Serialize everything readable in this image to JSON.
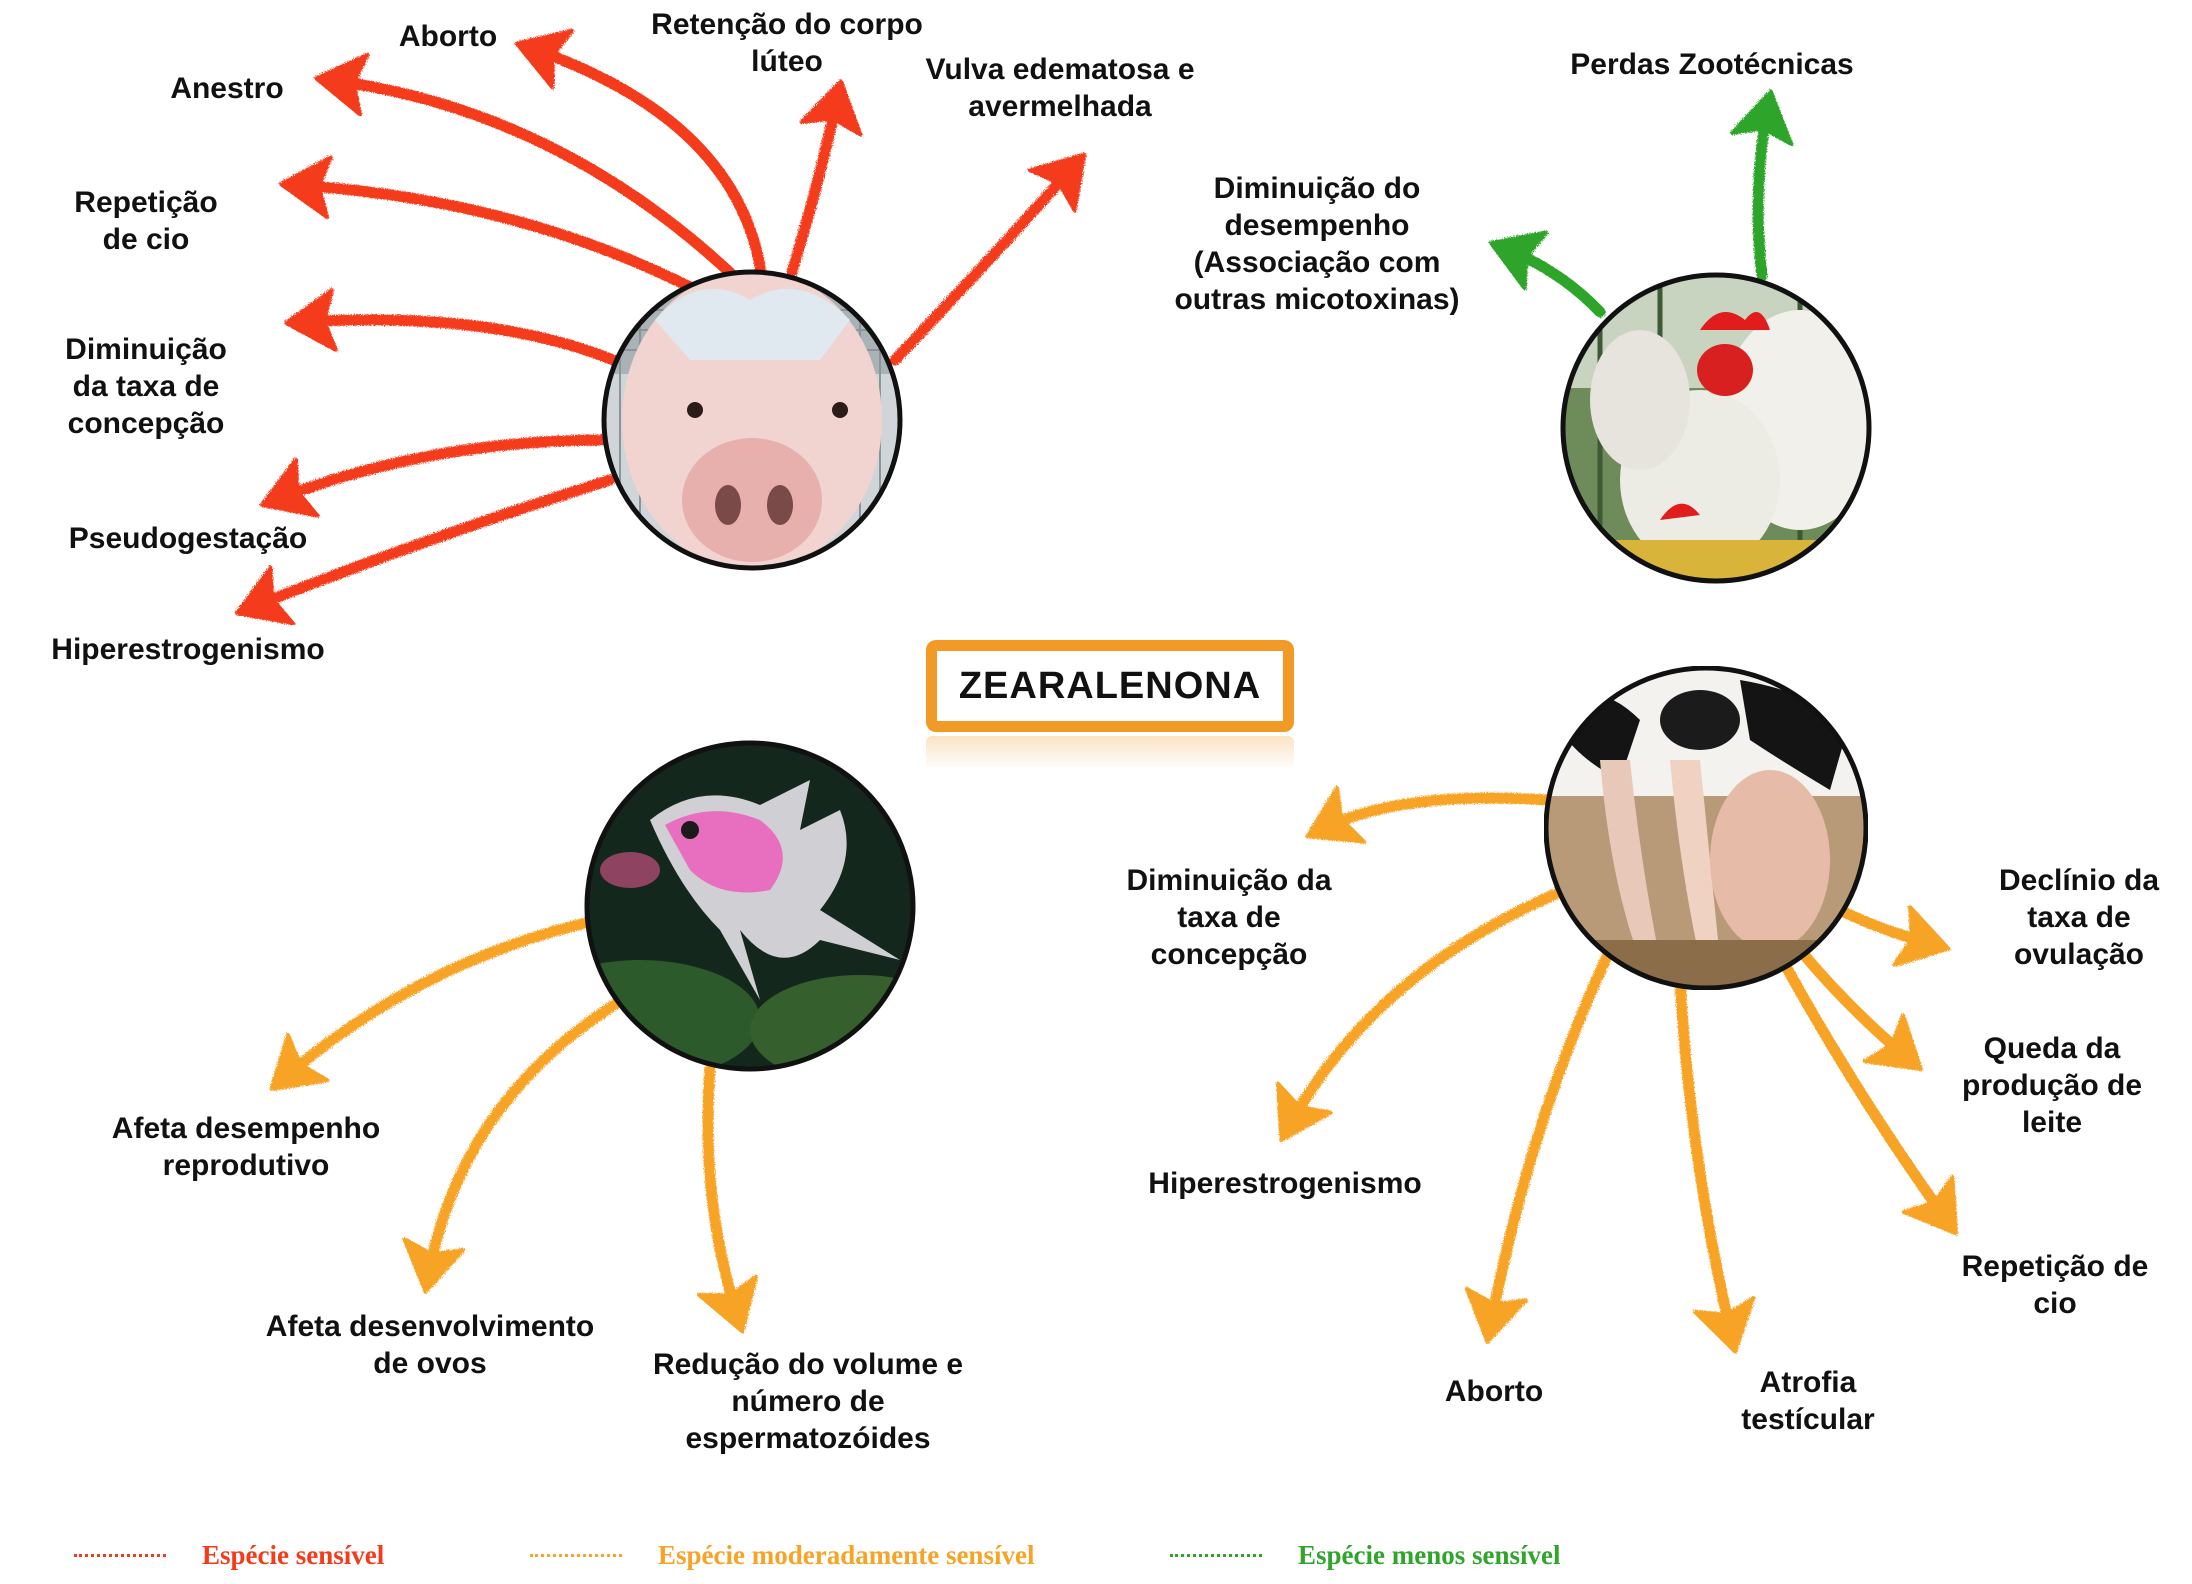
{
  "title": "ZEARALENONA",
  "colors": {
    "sensivel": "#f43b1c",
    "moderado": "#f7a327",
    "menos": "#2fa52c",
    "title_border": "#f29a26"
  },
  "pig": {
    "photo_label": "pig-photo",
    "effects": [
      "Aborto",
      "Retenção do corpo\nlúteo",
      "Vulva edematosa e\navermelhada",
      "Anestro",
      "Repetição\nde cio",
      "Diminuição\nda taxa de\nconcepção",
      "Pseudogestação",
      "Hiperestrogenismo"
    ]
  },
  "chicken": {
    "photo_label": "chicken-photo",
    "effects": [
      "Perdas Zootécnicas",
      "Diminuição do\ndesempenho\n(Associação com\noutras micotoxinas)"
    ]
  },
  "fish": {
    "photo_label": "fish-photo",
    "effects": [
      "Afeta desempenho\nreprodutivo",
      "Afeta desenvolvimento\nde ovos",
      "Redução do volume e\nnúmero de\nespermatozóides"
    ]
  },
  "cow": {
    "photo_label": "cow-photo",
    "effects": [
      "Diminuição da\ntaxa de\nconcepção",
      "Hiperestrogenismo",
      "Aborto",
      "Atrofia\ntestícular",
      "Repetição de\ncio",
      "Queda da\nprodução de\nleite",
      "Declínio da\ntaxa de\novulação"
    ]
  },
  "legend": [
    {
      "label": "Espécie sensível",
      "color": "#f43b1c"
    },
    {
      "label": "Espécie moderadamente sensível",
      "color": "#f7a327"
    },
    {
      "label": "Espécie menos  sensível",
      "color": "#2fa52c"
    }
  ]
}
